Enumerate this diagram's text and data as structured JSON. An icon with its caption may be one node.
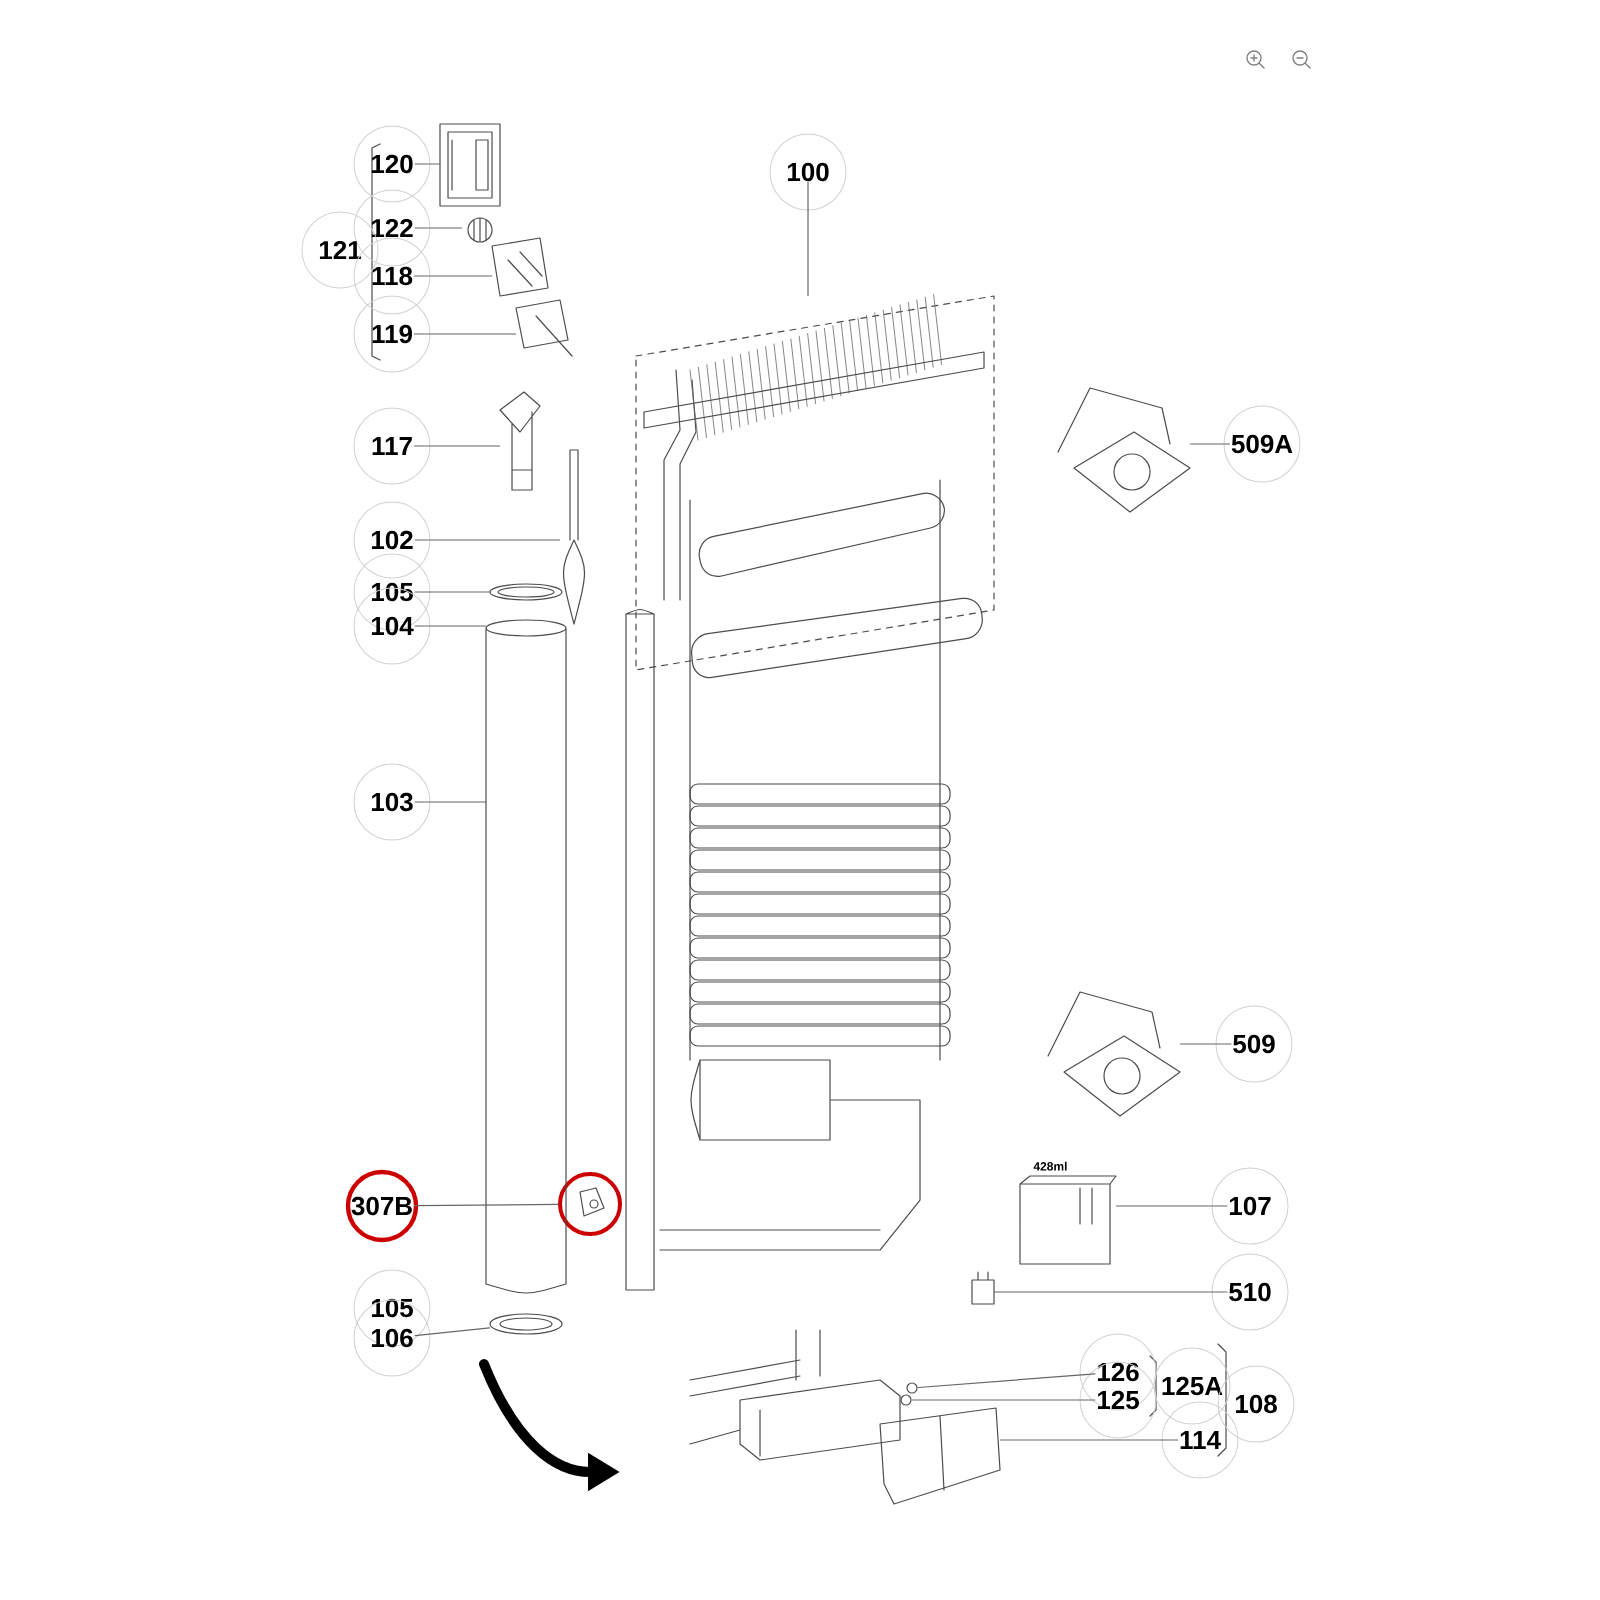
{
  "diagram": {
    "nodes": [
      {
        "text": [
          "120"
        ]
      },
      {
        "text": [
          "122"
        ]
      },
      {
        "text": [
          "121"
        ]
      },
      {
        "text": [
          "118"
        ]
      },
      {
        "text": [
          "119"
        ]
      },
      {
        "text": [
          "100"
        ]
      },
      {
        "text": [
          "117"
        ]
      },
      {
        "text": [
          "509A"
        ]
      },
      {
        "text": [
          "102"
        ]
      },
      {
        "text": [
          "105"
        ]
      },
      {
        "text": [
          "104"
        ]
      },
      {
        "text": [
          "103"
        ]
      },
      {
        "text": [
          "509"
        ]
      },
      {
        "text": [
          "307B"
        ]
      },
      {
        "text": [],
        "shape": "circle"
      },
      {
        "text": [
          "107"
        ]
      },
      {
        "text": [
          "510"
        ]
      },
      {
        "text": [
          "105"
        ]
      },
      {
        "text": [
          "106"
        ]
      },
      {
        "text": [
          "126"
        ]
      },
      {
        "text": [
          "125A"
        ]
      },
      {
        "text": [
          "125"
        ]
      },
      {
        "text": [
          "108"
        ]
      },
      {
        "text": [
          "114"
        ]
      },
      {
        "text": [],
        "shape": "picture"
      },
      {
        "text": [],
        "shape": "picture"
      },
      {
        "text": [],
        "shape": "picture"
      },
      {
        "text": [],
        "shape": "picture"
      },
      {
        "text": [],
        "shape": "picture"
      },
      {
        "text": [],
        "shape": "picture"
      },
      {
        "text": [],
        "shape": "picture"
      },
      {
        "text": [],
        "shape": "picture"
      },
      {
        "text": [],
        "shape": "picture"
      },
      {
        "text": [],
        "shape": "picture"
      },
      {
        "text": [],
        "shape": "picture"
      },
      {
        "text": [],
        "shape": "picture",
        "beside": [
          "428ml"
        ]
      },
      {
        "text": [],
        "shape": "picture"
      },
      {
        "text": [],
        "shape": "picture"
      },
      {
        "text": [],
        "shape": "picture"
      },
      {
        "text": [],
        "shape": "picture"
      },
      {
        "text": [],
        "shape": "picture"
      }
    ],
    "edges": [
      {
        "from": 0,
        "to": 24,
        "arrow": "none"
      },
      {
        "from": 1,
        "to": 25,
        "arrow": "none"
      },
      {
        "from": 3,
        "to": 26,
        "arrow": "none"
      },
      {
        "from": 4,
        "to": 27,
        "arrow": "none"
      },
      {
        "from": 5,
        "to": 32,
        "arrow": "none"
      },
      {
        "from": 6,
        "to": 28,
        "arrow": "none"
      },
      {
        "from": 7,
        "to": 33,
        "arrow": "none"
      },
      {
        "from": 8,
        "to": 29,
        "arrow": "none"
      },
      {
        "from": 9,
        "to": 30,
        "arrow": "none"
      },
      {
        "from": 10,
        "to": 31,
        "arrow": "none"
      },
      {
        "from": 11,
        "to": 31,
        "arrow": "none"
      },
      {
        "from": 12,
        "to": 34,
        "arrow": "none"
      },
      {
        "from": 13,
        "to": 14,
        "arrow": "none"
      },
      {
        "from": 15,
        "to": 35,
        "arrow": "none"
      },
      {
        "from": 16,
        "to": 36,
        "arrow": "none"
      },
      {
        "from": 18,
        "to": 37,
        "arrow": "none"
      },
      {
        "from": 19,
        "to": 38,
        "arrow": "none"
      },
      {
        "from": 21,
        "to": 39,
        "arrow": "none"
      },
      {
        "from": 23,
        "to": 40,
        "arrow": "none"
      }
    ]
  }
}
